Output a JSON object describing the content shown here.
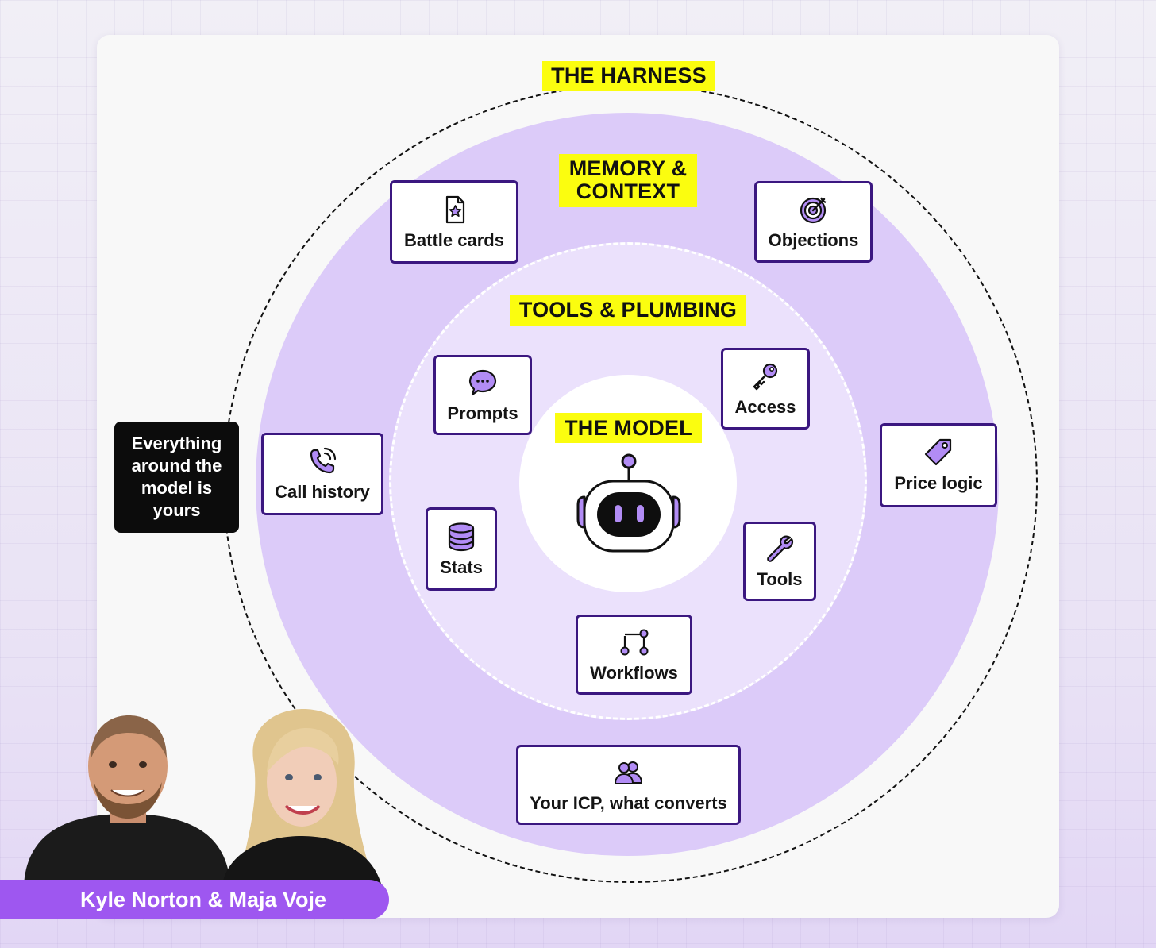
{
  "layers": {
    "harness": "THE HARNESS",
    "memory_line1": "MEMORY &",
    "memory_line2": "CONTEXT",
    "tools": "TOOLS & PLUMBING",
    "model": "THE MODEL"
  },
  "memory_items": {
    "battle_cards": "Battle cards",
    "objections": "Objections",
    "call_history": "Call history",
    "price_logic": "Price logic",
    "icp": "Your ICP, what converts"
  },
  "tool_items": {
    "prompts": "Prompts",
    "access": "Access",
    "stats": "Stats",
    "tools": "Tools",
    "workflows": "Workflows"
  },
  "callout": "Everything around the model is yours",
  "authors": "Kyle Norton & Maja Voje",
  "icons": {
    "battle_cards": "star-document-icon",
    "objections": "target-icon",
    "call_history": "phone-icon",
    "price_logic": "price-tag-icon",
    "icp": "users-icon",
    "prompts": "chat-bubble-icon",
    "access": "key-icon",
    "stats": "database-icon",
    "tools": "wrench-icon",
    "workflows": "workflow-icon",
    "model": "robot-icon"
  },
  "colors": {
    "accent_purple": "#3b1780",
    "icon_fill": "#b28cf5",
    "highlight_yellow": "#fbfd0f",
    "memory_ring": "#dccbf9",
    "tools_ring": "#ebe1fc",
    "name_bar": "#9e57f0"
  }
}
